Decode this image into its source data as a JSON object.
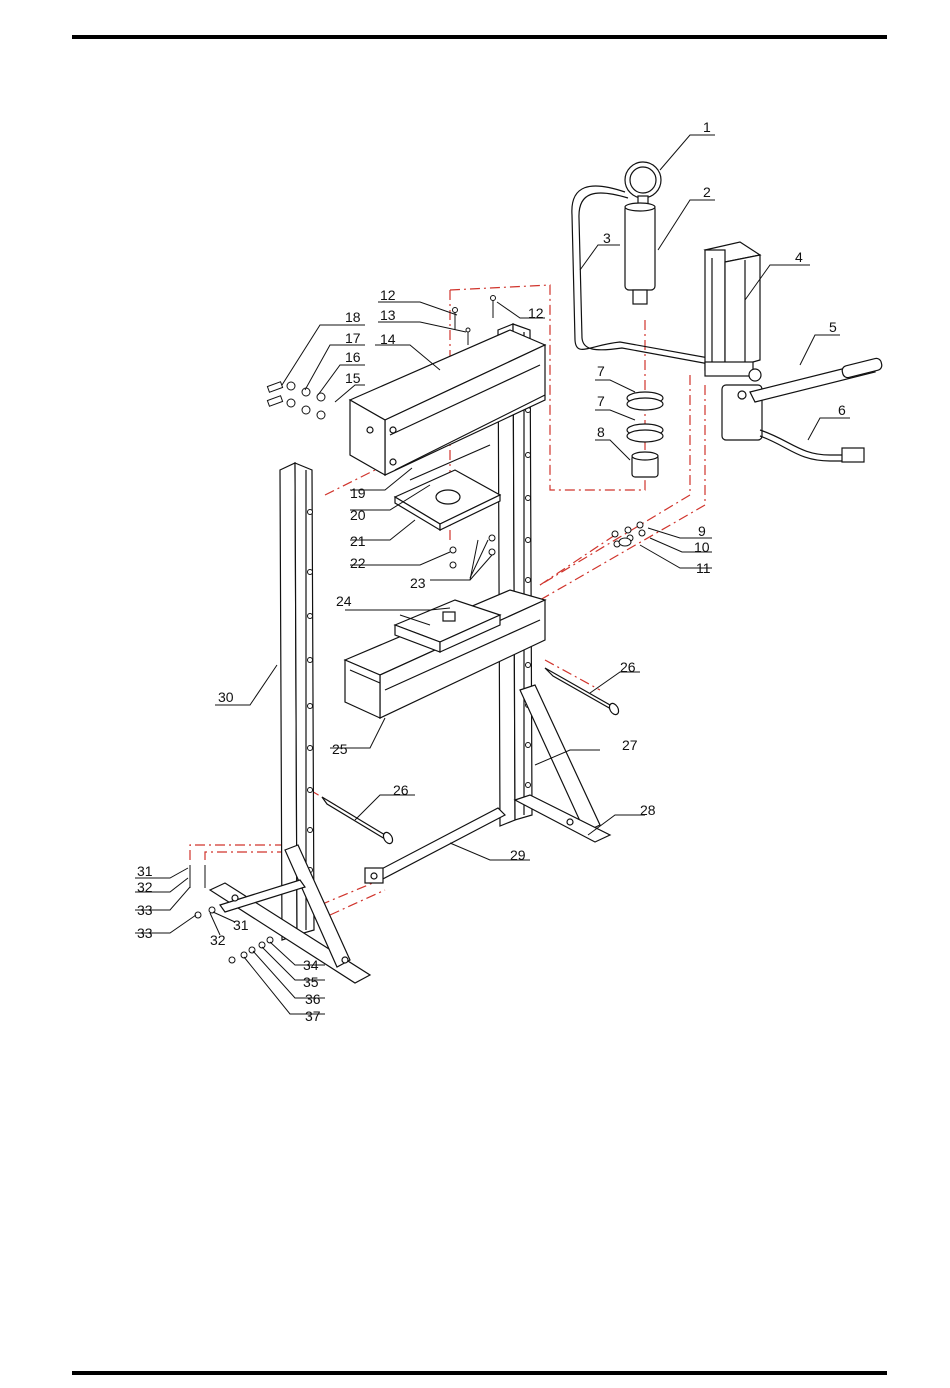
{
  "diagram": {
    "labels": [
      "1",
      "2",
      "3",
      "4",
      "5",
      "6",
      "7",
      "7",
      "8",
      "9",
      "10",
      "11",
      "12",
      "12",
      "13",
      "14",
      "15",
      "16",
      "17",
      "18",
      "19",
      "20",
      "21",
      "22",
      "23",
      "24",
      "25",
      "26",
      "26",
      "27",
      "28",
      "29",
      "30",
      "31",
      "32",
      "33",
      "33",
      "32",
      "31",
      "34",
      "35",
      "36",
      "37"
    ]
  }
}
